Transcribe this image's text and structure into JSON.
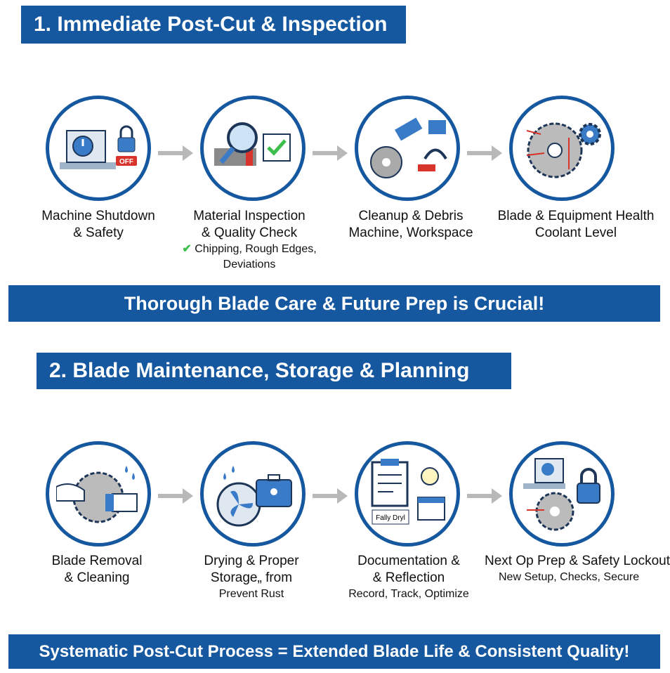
{
  "section1": {
    "title": "1. Immediate Post-Cut & Inspection",
    "steps": [
      {
        "line1": "Machine Shutdown",
        "line2": "& Safety",
        "icon": "machine-off-lock-icon",
        "badge": "OFF"
      },
      {
        "line1": "Material Inspection",
        "line2": "& Quality Check",
        "sub1": "Chipping, Rough Edges,",
        "sub2": "Deviations",
        "icon": "magnifier-check-icon"
      },
      {
        "line1": "Cleanup & Debris",
        "line2": "Machine, Workspace",
        "icon": "brush-vacuum-icon"
      },
      {
        "line1": "Blade & Equipment Health",
        "line2": "Coolant Level",
        "icon": "blade-gear-icon"
      }
    ]
  },
  "banner1": "Thorough Blade Care & Future Prep is Crucial!",
  "section2": {
    "title": "2. Blade Maintenance, Storage & Planning",
    "steps": [
      {
        "line1": "Blade Removal",
        "line2": "& Cleaning",
        "icon": "hands-blade-icon"
      },
      {
        "line1": "Drying & Proper",
        "line2": "Storage„ from",
        "sub1": "Prevent Rust",
        "icon": "fan-case-icon"
      },
      {
        "line1": "Documentation &",
        "line2": "& Reflection",
        "sub1": "Record, Track, Optimize",
        "icon": "clipboard-bulb-icon",
        "badge": "Fally Dryl"
      },
      {
        "line1": "Next Op Prep & Safety Lockout",
        "line2": "New Setup, Checks, Secure",
        "icon": "machine-lock-icon"
      }
    ]
  },
  "banner2": "Systematic Post-Cut Process = Extended Blade Life & Consistent Quality!",
  "colors": {
    "primary": "#1558a0",
    "arrow": "#b8b8b8",
    "check": "#3cbf4a",
    "alert": "#d9342b"
  }
}
